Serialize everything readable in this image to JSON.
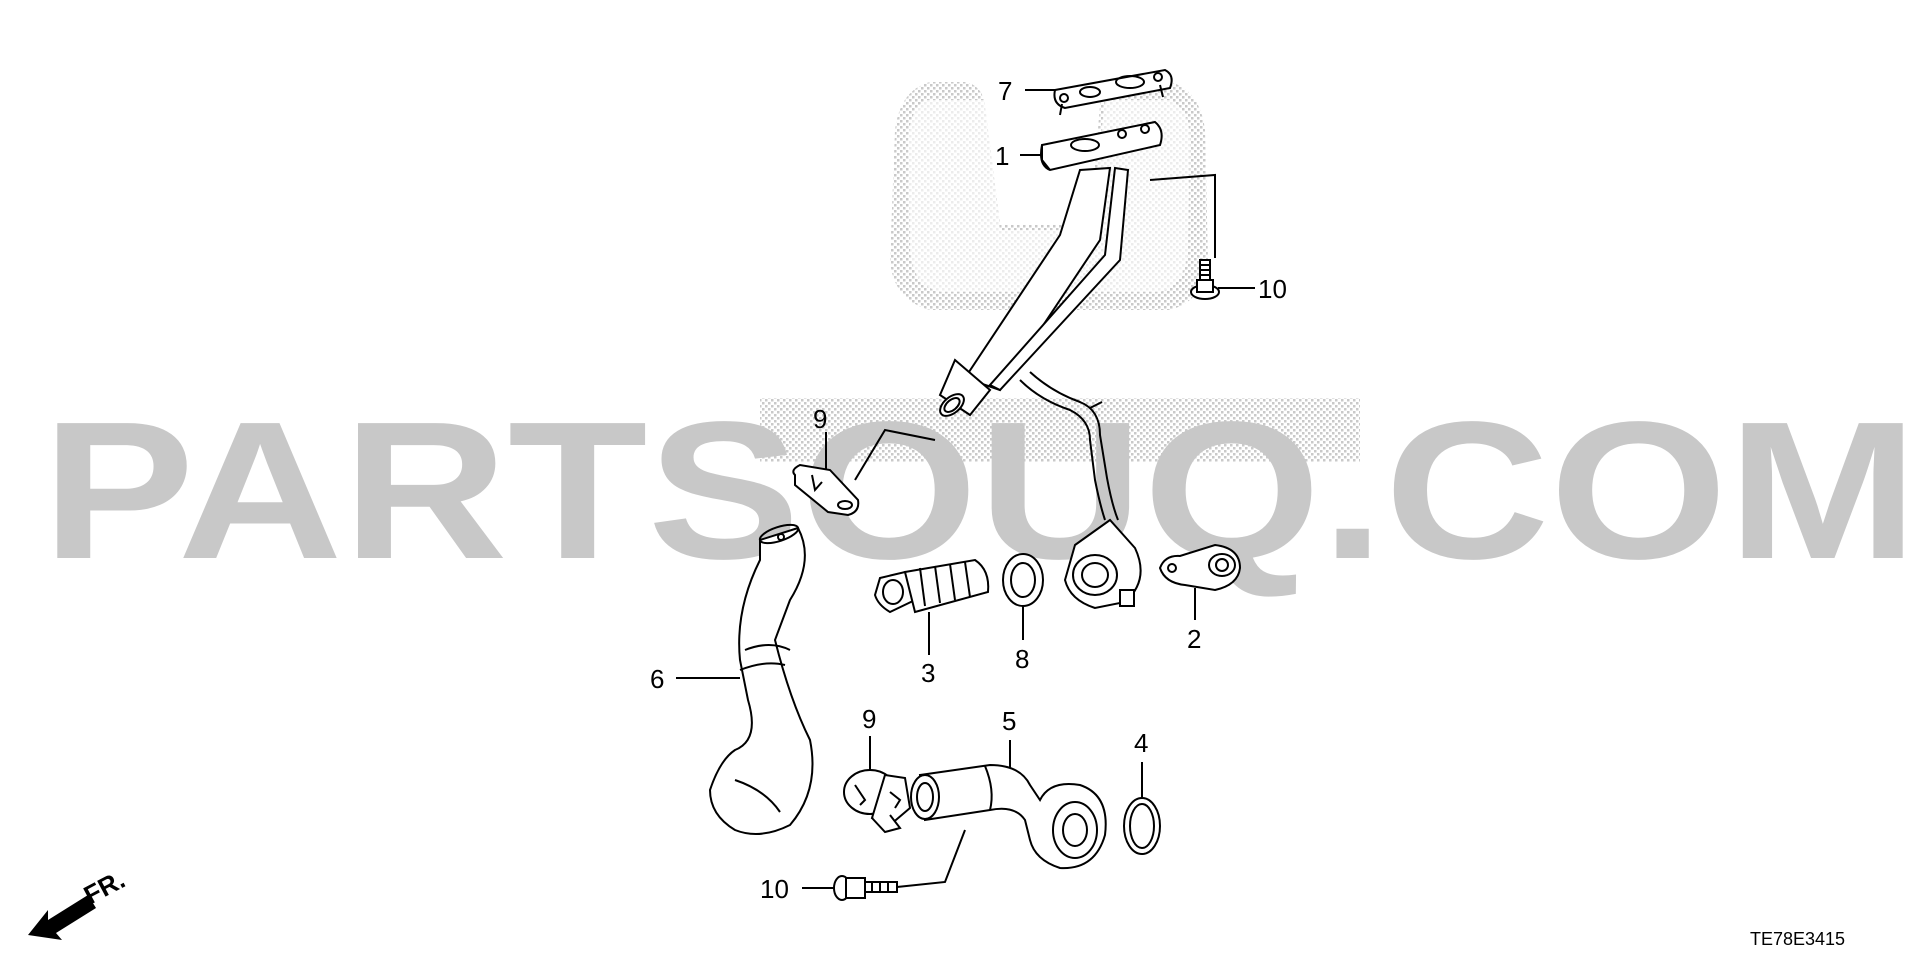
{
  "watermark": {
    "text": "PARTSOUQ.COM"
  },
  "direction": {
    "label": "FR."
  },
  "diagram_code": "TE78E3415",
  "callouts": {
    "c1": "1",
    "c2": "2",
    "c3": "3",
    "c4": "4",
    "c5": "5",
    "c6": "6",
    "c7": "7",
    "c8": "8",
    "c9a": "9",
    "c9b": "9",
    "c10a": "10",
    "c10b": "10"
  },
  "colors": {
    "line": "#000000",
    "watermark": "#c8c8c8",
    "logo_dots": "#d0d0d0",
    "background": "#ffffff"
  }
}
